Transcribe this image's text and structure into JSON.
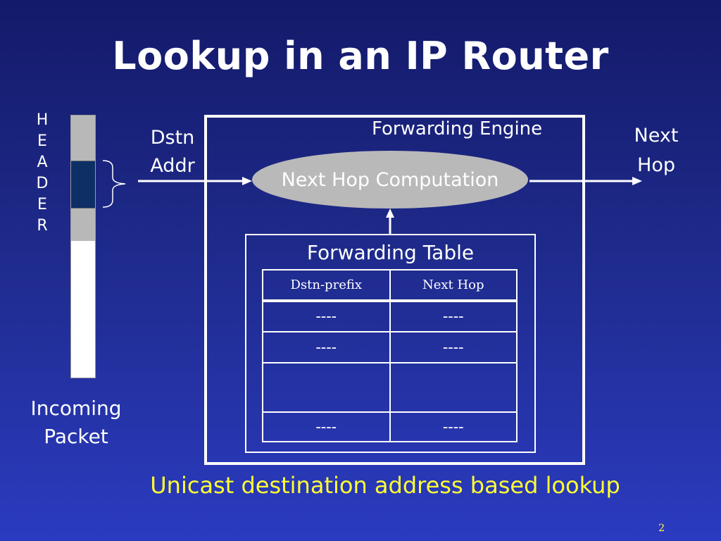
{
  "title": "Lookup in an IP Router",
  "packet": {
    "header_letters": [
      "H",
      "E",
      "A",
      "D",
      "E",
      "R"
    ],
    "label_line1": "Incoming",
    "label_line2": "Packet"
  },
  "dstn_addr": {
    "line1": "Dstn",
    "line2": "Addr"
  },
  "next_hop_output": {
    "line1": "Next",
    "line2": "Hop"
  },
  "forwarding_engine": {
    "label": "Forwarding Engine",
    "computation_label": "Next Hop Computation"
  },
  "forwarding_table": {
    "title": "Forwarding Table",
    "columns": [
      "Dstn-prefix",
      "Next Hop"
    ],
    "rows": [
      [
        "----",
        "----"
      ],
      [
        "----",
        "----"
      ],
      [
        "",
        ""
      ],
      [
        "----",
        "----"
      ]
    ]
  },
  "caption": "Unicast destination address based lookup",
  "page_number": "2",
  "colors": {
    "background": "#1e2a8a",
    "caption": "#ffff33",
    "ellipse": "#b9b9b9",
    "header_segment": "#0d2f66"
  }
}
